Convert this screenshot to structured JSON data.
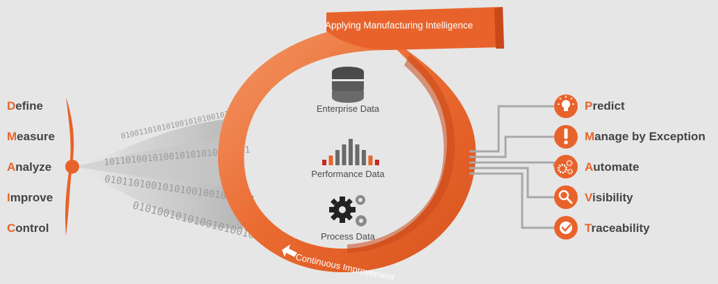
{
  "banner": {
    "text": "Applying Manufacturing Intelligence"
  },
  "loop_caption": "Continuous Improvement",
  "dmaic": [
    {
      "initial": "D",
      "rest": "efine"
    },
    {
      "initial": "M",
      "rest": "easure"
    },
    {
      "initial": "A",
      "rest": "nalyze"
    },
    {
      "initial": "I",
      "rest": "mprove"
    },
    {
      "initial": "C",
      "rest": "ontrol"
    }
  ],
  "data_sources": [
    {
      "label": "Enterprise Data",
      "icon": "database-icon"
    },
    {
      "label": "Performance Data",
      "icon": "bar-chart-icon"
    },
    {
      "label": "Process Data",
      "icon": "gears-icon"
    }
  ],
  "outcomes": [
    {
      "initial": "P",
      "rest": "redict",
      "icon": "lightbulb-icon"
    },
    {
      "initial": "M",
      "rest": "anage by Exception",
      "icon": "exclamation-icon"
    },
    {
      "initial": "A",
      "rest": "utomate",
      "icon": "gears-icon"
    },
    {
      "initial": "V",
      "rest": "isibility",
      "icon": "magnifier-icon"
    },
    {
      "initial": "T",
      "rest": "raceability",
      "icon": "checkmark-icon"
    }
  ],
  "binary_strings": [
    "0100110101010010101001010100",
    "101101001010010101010100101",
    "01011010010101001001010101",
    "010100101010010100100101"
  ],
  "colors": {
    "accent": "#e8632b",
    "accent_light": "#f08a57",
    "background": "#e6e6e6",
    "text": "#444444",
    "connector": "#a8a8a8"
  }
}
